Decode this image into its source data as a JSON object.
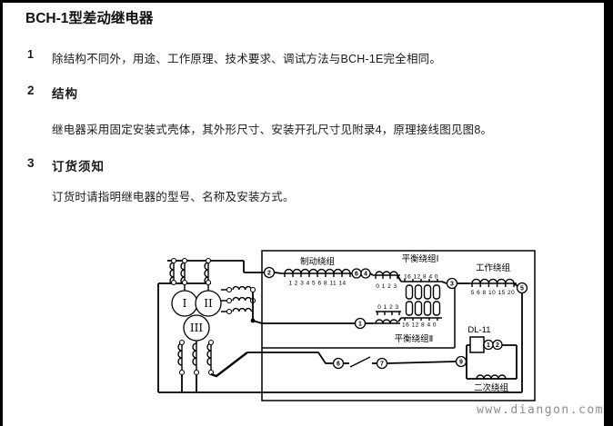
{
  "doc": {
    "title": "BCH-1型差动继电器",
    "item1_num": "1",
    "item1_text": "除结构不同外，用途、工作原理、技术要求、调试方法与BCH-1E完全相同。",
    "item2_num": "2",
    "item2_heading": "结构",
    "item2_text": "继电器采用固定安装式壳体，其外形尺寸、安装开孔尺寸见附录4，原理接线图见图8。",
    "item3_num": "3",
    "item3_heading": "订货须知",
    "item3_text": "订货时请指明继电器的型号、名称及安装方式。"
  },
  "diagram": {
    "labels": {
      "braking": "制动绕组",
      "balance1": "平衡绕组Ⅰ",
      "balance2": "平衡绕组Ⅱ",
      "working": "工作绕组",
      "secondary": "二次绕组",
      "relay": "DL-11"
    },
    "taps": {
      "braking": "1 2 3 4 5 6 8 11 14",
      "balance1_coil": "0 1 2 3",
      "balance1_bank": "16 12 8 4 0",
      "balance2_coil": "0 1 2 3",
      "balance2_bank": "16 12 8 4 0",
      "working": "5 6 8 10 15 20"
    },
    "terminals": {
      "t2": "2",
      "t6a": "6",
      "t4": "4",
      "t3": "3",
      "t1": "1",
      "t5": "5",
      "t6b": "6",
      "t7": "7",
      "t9": "9",
      "dl_a": "1",
      "dl_b": "2"
    },
    "transformer": {
      "w1": "I",
      "w2": "II",
      "w3": "III"
    }
  },
  "watermark": "www.diangon.com"
}
